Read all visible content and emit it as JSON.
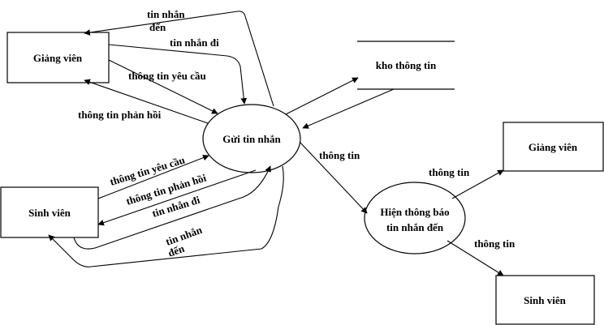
{
  "entities": {
    "giang_vien_left": "Giảng viên",
    "sinh_vien_left": "Sinh viên",
    "giang_vien_right": "Giảng viên",
    "sinh_vien_right": "Sinh viên"
  },
  "processes": {
    "gui_tin_nhan": "Gửi tin nhắn",
    "hien_thong_bao_line1": "Hiện thông báo",
    "hien_thong_bao_line2": "tin nhắn đến"
  },
  "store": {
    "label": "kho thông tin"
  },
  "flows": {
    "gv_tin_nhan_den_1": "tin nhắn",
    "gv_tin_nhan_den_2": "đến",
    "gv_tin_nhan_di": "tin nhắn đi",
    "gv_thong_tin_yeu_cau": "thông tin yêu cầu",
    "gv_thong_tin_phan_hoi": "thông tin phản hồi",
    "sv_thong_tin_yeu_cau": "thông tin yêu cầu",
    "sv_thong_tin_phan_hoi": "thông tin phản hồi",
    "sv_tin_nhan_di": "tin nhắn đi",
    "sv_tin_nhan_den_1": "tin nhắn",
    "sv_tin_nhan_den_2": "đến",
    "to_hien_thong_bao": "thông tin",
    "to_giang_vien": "thông tin",
    "to_sinh_vien": "thông tin"
  }
}
